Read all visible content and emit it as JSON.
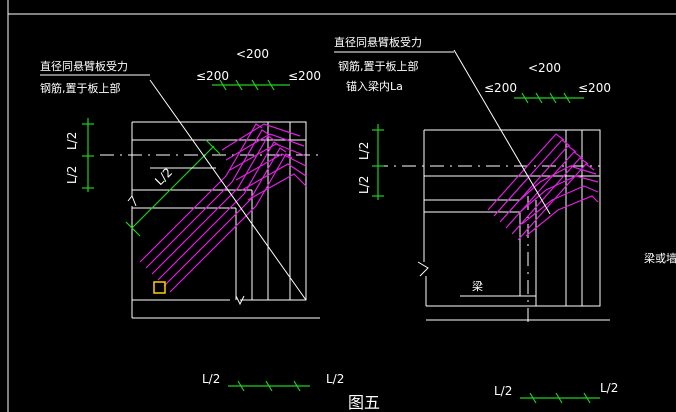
{
  "labels": {
    "left_note_line1": "直径同悬臂板受力",
    "left_note_line2": "钢筋,置于板上部",
    "left_top_lt200": "<200",
    "left_top_le200_a": "≤200",
    "left_top_le200_b": "≤200",
    "left_vert_l2_a": "L/2",
    "left_vert_l2_b": "L/2",
    "left_diag_l2": "L/2",
    "left_bottom_l2_a": "L/2",
    "left_bottom_l2_b": "L/2",
    "right_note_line1": "直径同悬臂板受力",
    "right_note_line2": "钢筋,置于板上部",
    "right_note_line3": "锚入梁内La",
    "right_top_lt200": "<200",
    "right_top_le200_a": "≤200",
    "right_top_le200_b": "≤200",
    "right_vert_l2_a": "L/2",
    "right_vert_l2_b": "L/2",
    "right_beam_label": "梁",
    "right_bottom_l2_a": "L/2",
    "right_bottom_l2_b": "L/2",
    "side_label": "梁或墙",
    "figure_title": "图五"
  },
  "colors": {
    "background": "#000000",
    "linework": "#ffffff",
    "rebar": "#e020e0",
    "dimension": "#20d020",
    "marker": "#ffd000"
  }
}
